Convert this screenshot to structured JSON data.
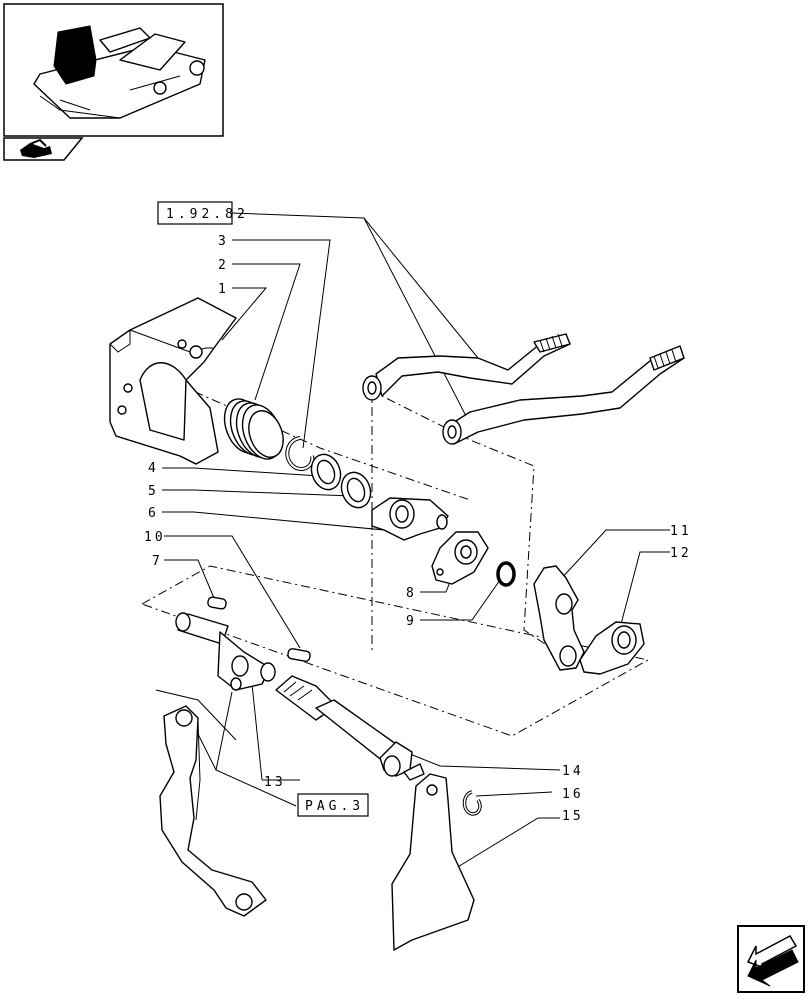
{
  "reference_boxes": {
    "top": "1.92.82",
    "bottom": "PAG.3"
  },
  "callouts": {
    "c1": "1",
    "c2": "2",
    "c3": "3",
    "c4": "4",
    "c5": "5",
    "c6": "6",
    "c7": "7",
    "c8": "8",
    "c9": "9",
    "c10": "10",
    "c11": "11",
    "c12": "12",
    "c13": "13",
    "c14": "14",
    "c15": "15",
    "c16": "16"
  },
  "icons": {
    "thumbnail": "assembly-thumbnail-icon",
    "section": "tractor-section-icon",
    "next_page": "next-page-arrow-icon"
  }
}
